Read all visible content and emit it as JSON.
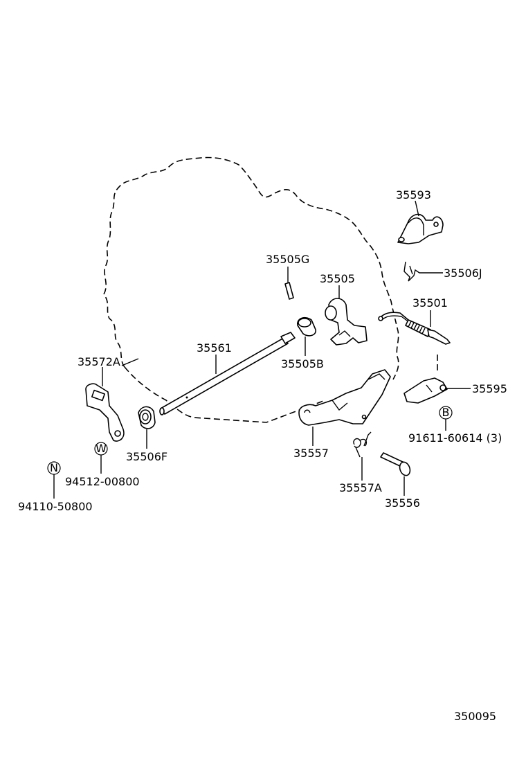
{
  "labels": {
    "p35593": "35593",
    "p35506J": "35506J",
    "p35505G": "35505G",
    "p35505": "35505",
    "p35501": "35501",
    "p35561": "35561",
    "p35505B": "35505B",
    "p35572A": "35572A",
    "p35595": "35595",
    "p91611": "91611-60614 (3)",
    "p35506F": "35506F",
    "p35557": "35557",
    "p94512": "94512-00800",
    "p94110": "94110-50800",
    "p35557A": "35557A",
    "p35556": "35556",
    "diagram_id": "350095"
  },
  "markers": {
    "B": "B",
    "W": "W",
    "N": "N"
  }
}
